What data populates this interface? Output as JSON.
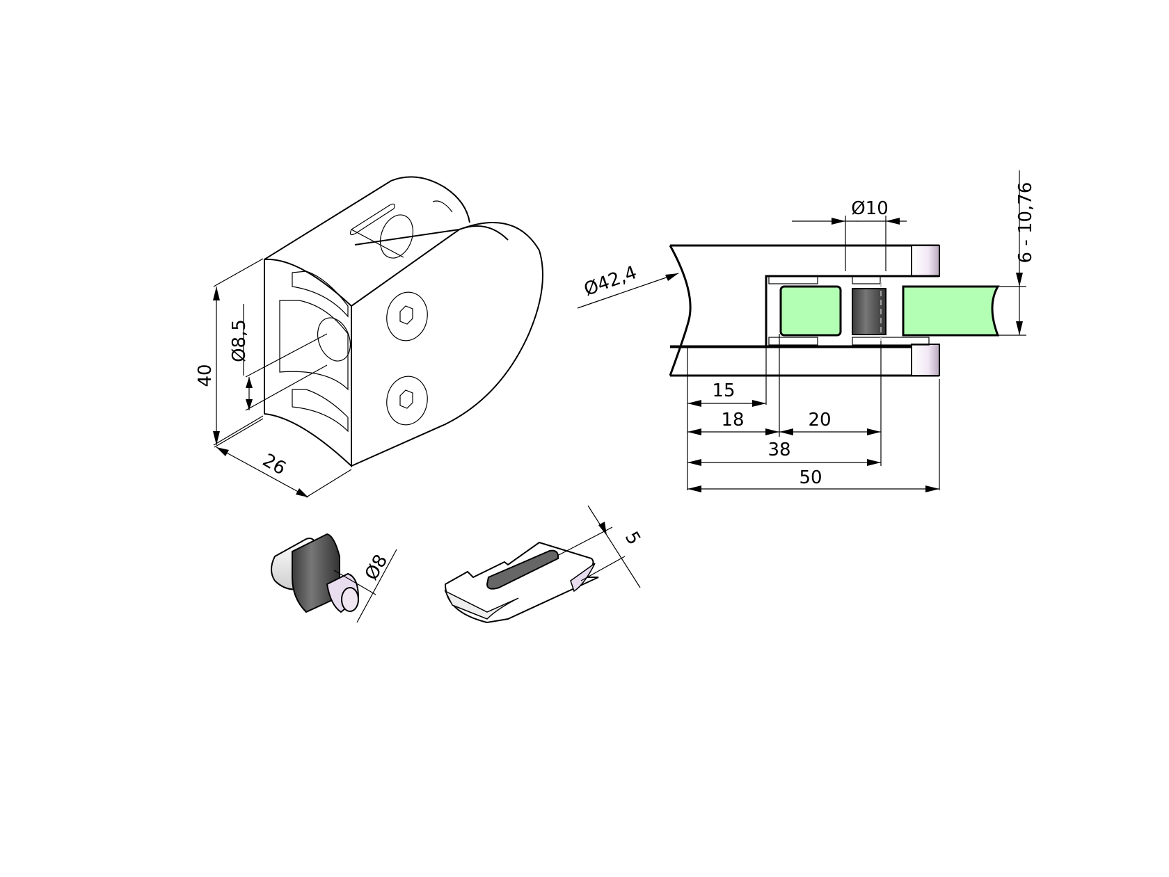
{
  "drawing": {
    "type": "technical-drawing",
    "subject": "glass clamp with pipe mount",
    "colors": {
      "line": "#000000",
      "glass_fill": "#b3ffb3",
      "rubber_fill": "#555555",
      "metal_highlight": "#e8dcef",
      "background": "#ffffff"
    }
  },
  "iso_view": {
    "dimensions": {
      "height": "40",
      "depth": "26",
      "hole_diameter": "Ø8,5"
    }
  },
  "section_view": {
    "dimensions": {
      "pipe_diameter": "Ø42,4",
      "pin_diameter": "Ø10",
      "glass_thickness": "6 - 10,76",
      "d15": "15",
      "d18": "18",
      "d20": "20",
      "d38": "38",
      "d50": "50"
    }
  },
  "pin_view": {
    "dimensions": {
      "diameter": "Ø8"
    }
  },
  "insert_view": {
    "dimensions": {
      "thickness": "5"
    }
  }
}
